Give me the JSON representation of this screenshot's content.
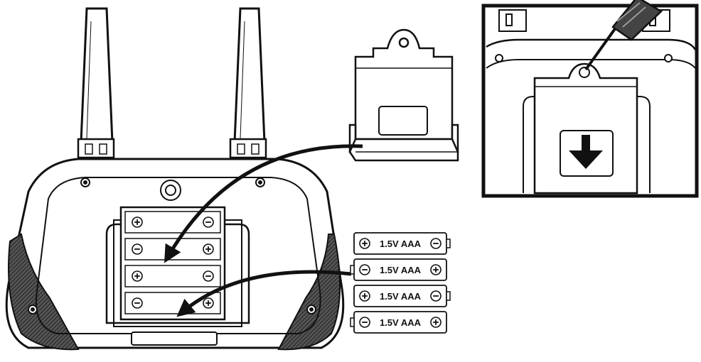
{
  "battery": {
    "label": "1.5V AAA",
    "plus_symbol": "+",
    "minus_symbol": "−"
  },
  "batteries": [
    {
      "label": "1.5V AAA",
      "left_terminal": "plus",
      "right_terminal": "minus"
    },
    {
      "label": "1.5V AAA",
      "left_terminal": "minus",
      "right_terminal": "plus"
    },
    {
      "label": "1.5V AAA",
      "left_terminal": "plus",
      "right_terminal": "minus"
    },
    {
      "label": "1.5V AAA",
      "left_terminal": "minus",
      "right_terminal": "plus"
    }
  ],
  "compartment_slots": [
    {
      "left": "plus",
      "right": "minus"
    },
    {
      "left": "minus",
      "right": "plus"
    },
    {
      "left": "plus",
      "right": "minus"
    },
    {
      "left": "minus",
      "right": "plus"
    }
  ],
  "icons": [
    "antenna-icon",
    "battery-cover-icon",
    "screwdriver-icon",
    "arrow-down-icon",
    "curved-arrow-icon"
  ]
}
